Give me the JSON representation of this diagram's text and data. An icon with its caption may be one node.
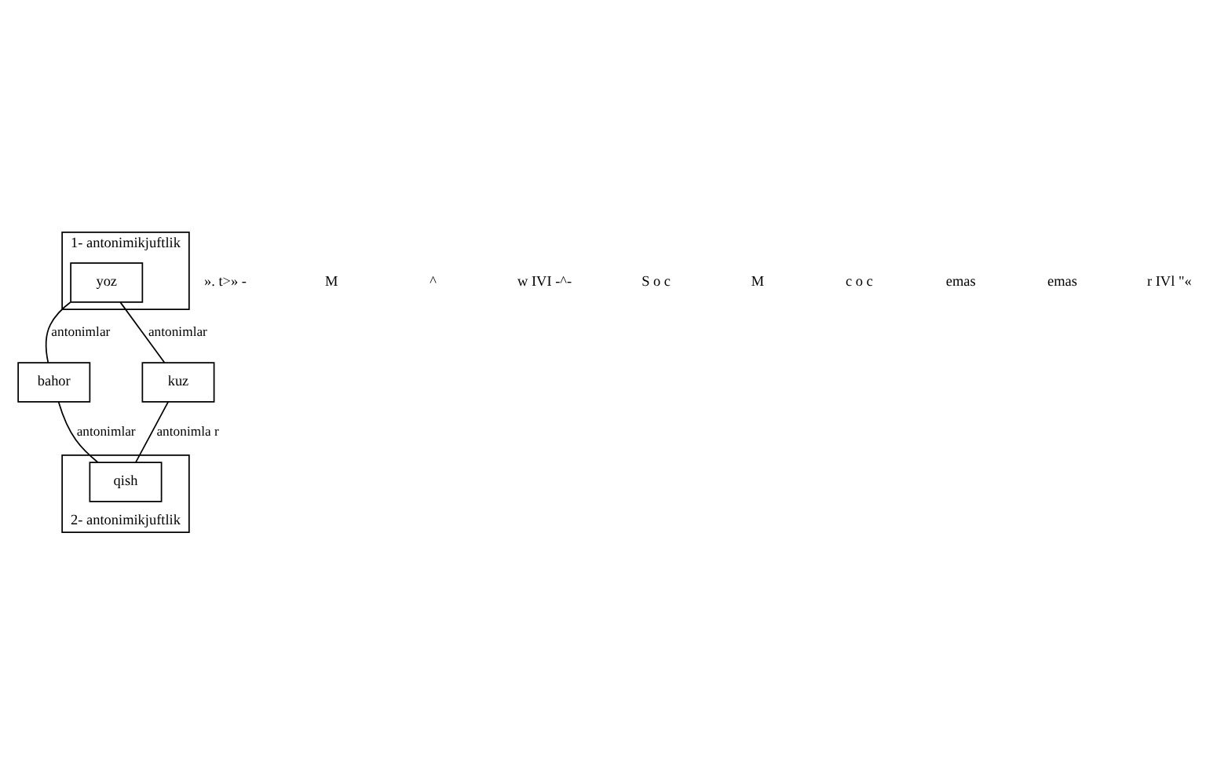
{
  "diagram": {
    "nodes": [
      {
        "text": [
          "1- antonimikjuftlik"
        ]
      },
      {
        "text": [
          "yoz"
        ],
        "in": 0
      },
      {
        "text": [
          "bahor"
        ]
      },
      {
        "text": [
          "kuz"
        ]
      },
      {
        "text": [
          "2- antonimikjuftlik"
        ]
      },
      {
        "text": [
          "qish"
        ],
        "in": 4
      }
    ],
    "edges": [
      {
        "from": 1,
        "to": 2,
        "arrow": "none",
        "label": "antonimlar"
      },
      {
        "from": 1,
        "to": 3,
        "arrow": "none",
        "label": "antonimlar"
      },
      {
        "from": 2,
        "to": 5,
        "arrow": "none",
        "label": "antonimlar"
      },
      {
        "from": 3,
        "to": 5,
        "arrow": "none",
        "label": "antonimla r"
      }
    ],
    "labels": [
      "». t>» -",
      "M",
      "^",
      "w IVI -^-",
      "S o c",
      "M",
      "c o c",
      "emas",
      "emas",
      "r IVl \"«"
    ]
  }
}
